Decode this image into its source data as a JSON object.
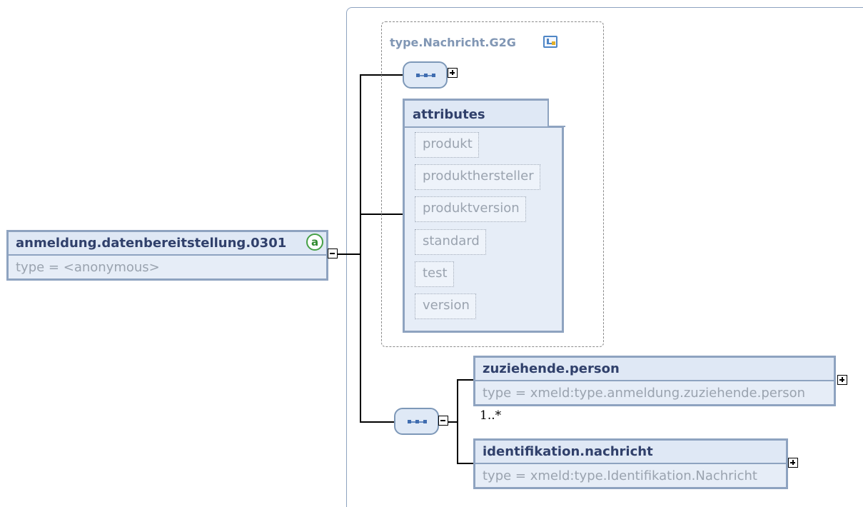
{
  "root_element": {
    "name": "anmeldung.datenbereitstellung.0301",
    "type_line": "type = <anonymous>",
    "badge": "a"
  },
  "complex_type": {
    "title": "type.Nachricht.G2G",
    "icon": "complex-type-icon"
  },
  "attributes": {
    "title": "attributes",
    "items": [
      "produkt",
      "produkthersteller",
      "produktversion",
      "standard",
      "test",
      "version"
    ]
  },
  "sequence_elements": [
    {
      "name": "zuziehende.person",
      "type_line": "type = xmeld:type.anmeldung.zuziehende.person",
      "multiplicity": "1..*"
    },
    {
      "name": "identifikation.nachricht",
      "type_line": "type = xmeld:type.Identifikation.Nachricht"
    }
  ],
  "colors": {
    "box_border": "#8ea3c0",
    "box_fill": "#e6edf7",
    "title_text": "#30406b",
    "muted_text": "#9aa3af",
    "type_title": "#8096b4"
  }
}
